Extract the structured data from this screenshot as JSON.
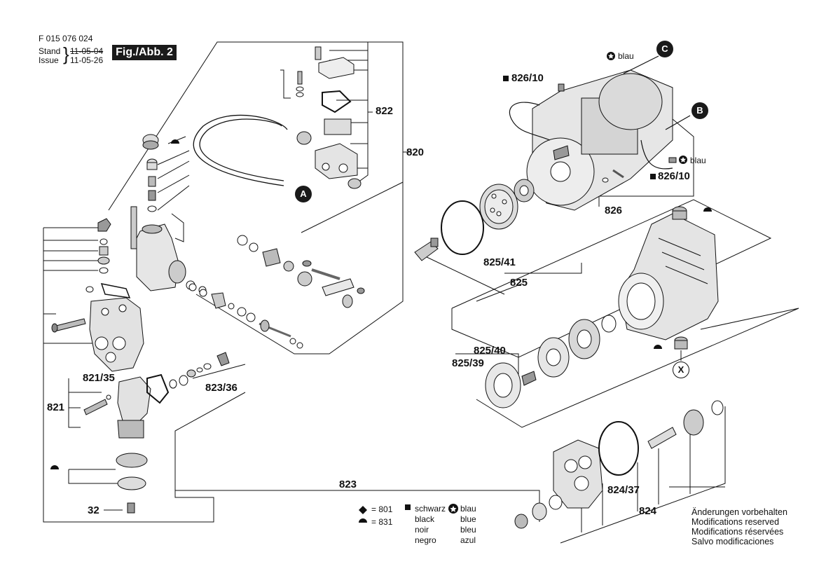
{
  "header": {
    "doc_number": "F 015 076 024",
    "stand_label": "Stand",
    "stand_date_struck": "11-05-04",
    "issue_label": "Issue",
    "issue_date": "11-05-26",
    "fig_label": "Fig./Abb. 2"
  },
  "connectors": {
    "a": "A",
    "b": "B",
    "c": "C",
    "x": "X"
  },
  "wire_colors": {
    "blue_top": "blau",
    "blue_right": "blau"
  },
  "part_labels": {
    "p820": "820",
    "p822": "822",
    "p826_10_top": "826/10",
    "p826_10_bottom": "826/10",
    "p826": "826",
    "p825_41": "825/41",
    "p825": "825",
    "p825_40": "825/40",
    "p825_39": "825/39",
    "p821_35": "821/35",
    "p821": "821",
    "p823_36": "823/36",
    "p823": "823",
    "p32": "32",
    "p824_37": "824/37",
    "p824": "824"
  },
  "legend": {
    "grease_801": "= 801",
    "grease_831": "= 831",
    "col1": [
      "schwarz",
      "black",
      "noir",
      "negro"
    ],
    "col2": [
      "blau",
      "blue",
      "bleu",
      "azul"
    ]
  },
  "notice": [
    "Änderungen vorbehalten",
    "Modifications reserved",
    "Modifications réservées",
    "Salvo modificaciones"
  ],
  "colors": {
    "ink": "#111111",
    "paper": "#ffffff",
    "metal": "#d9d9d9",
    "dark": "#555555"
  }
}
